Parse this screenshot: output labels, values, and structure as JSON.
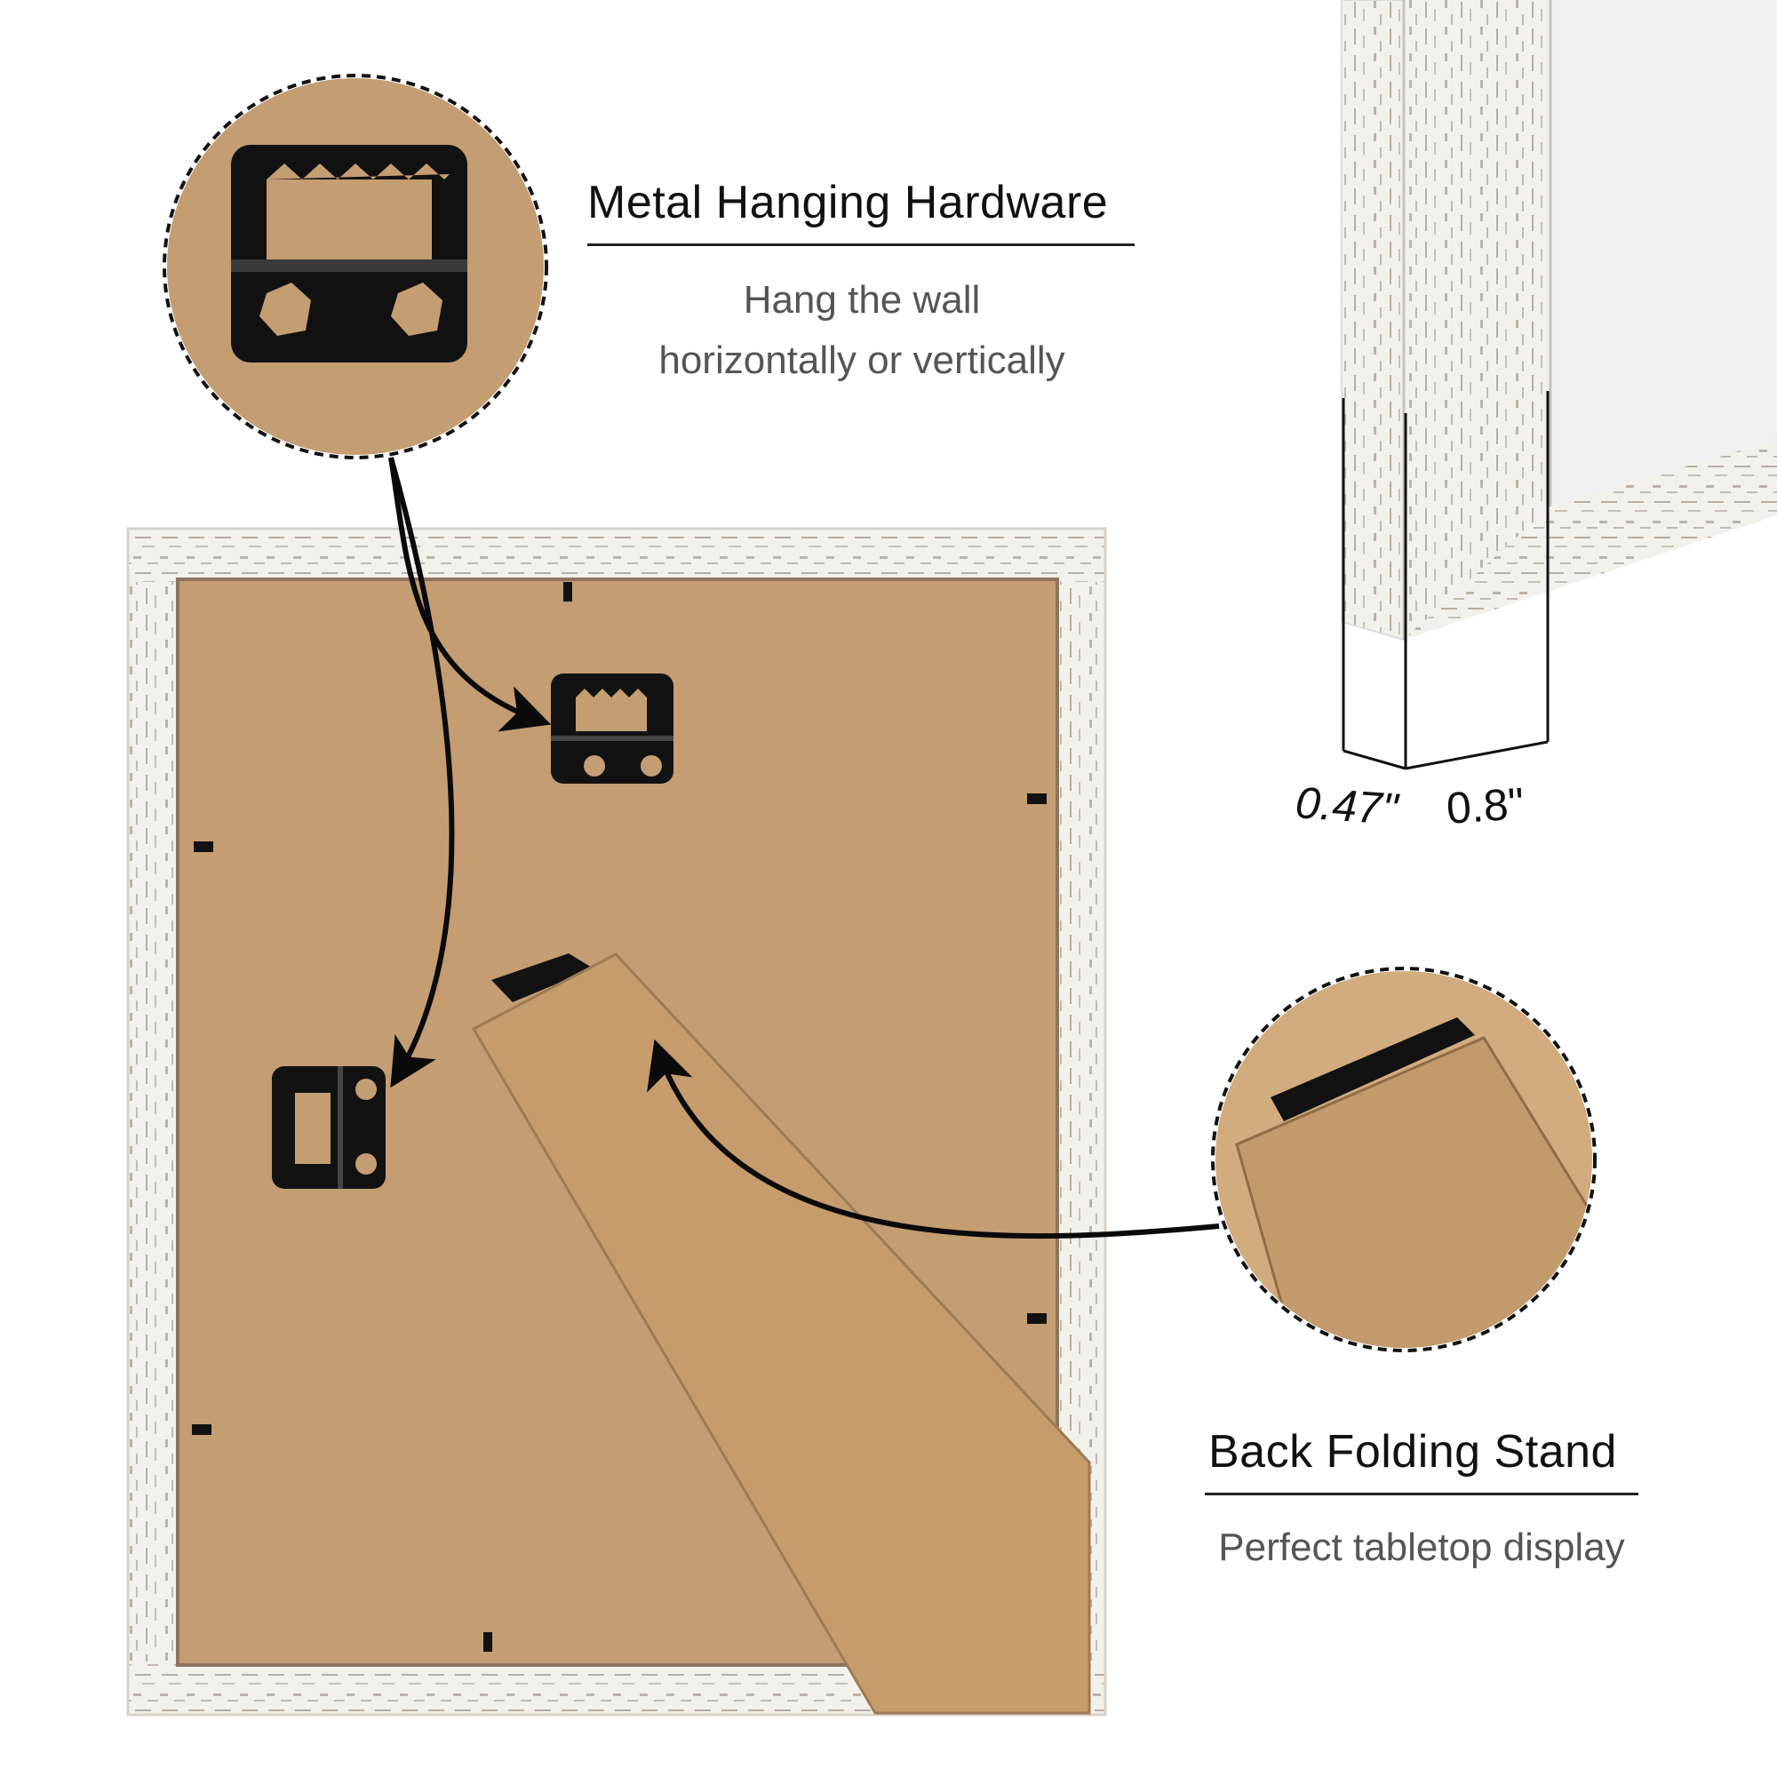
{
  "features": {
    "hanging": {
      "title": "Metal Hanging Hardware",
      "description_line1": "Hang the wall",
      "description_line2": "horizontally or vertically"
    },
    "stand": {
      "title": "Back Folding Stand",
      "description": "Perfect tabletop display"
    }
  },
  "dimensions": {
    "depth": "0.47\"",
    "width": "0.8\""
  },
  "colors": {
    "kraft_backing": "#c49d72",
    "frame_white": "#f3f1ec",
    "frame_grain": "#8a7563",
    "hardware_black": "#121212",
    "arrow": "#0a0a0a"
  }
}
